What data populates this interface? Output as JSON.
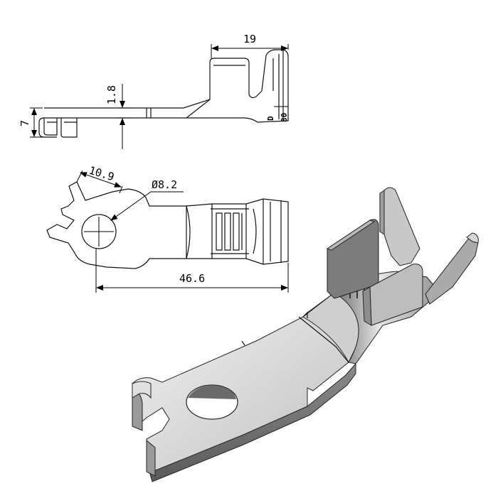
{
  "drawing": {
    "dimensions": {
      "side_width": "19",
      "thickness": "1.8",
      "height": "7",
      "end_width": "10.9",
      "hole_diameter": "Ø8.2",
      "overall_length": "46.6"
    },
    "side_markings": {
      "mark_1": "D",
      "mark_2": "80"
    }
  }
}
